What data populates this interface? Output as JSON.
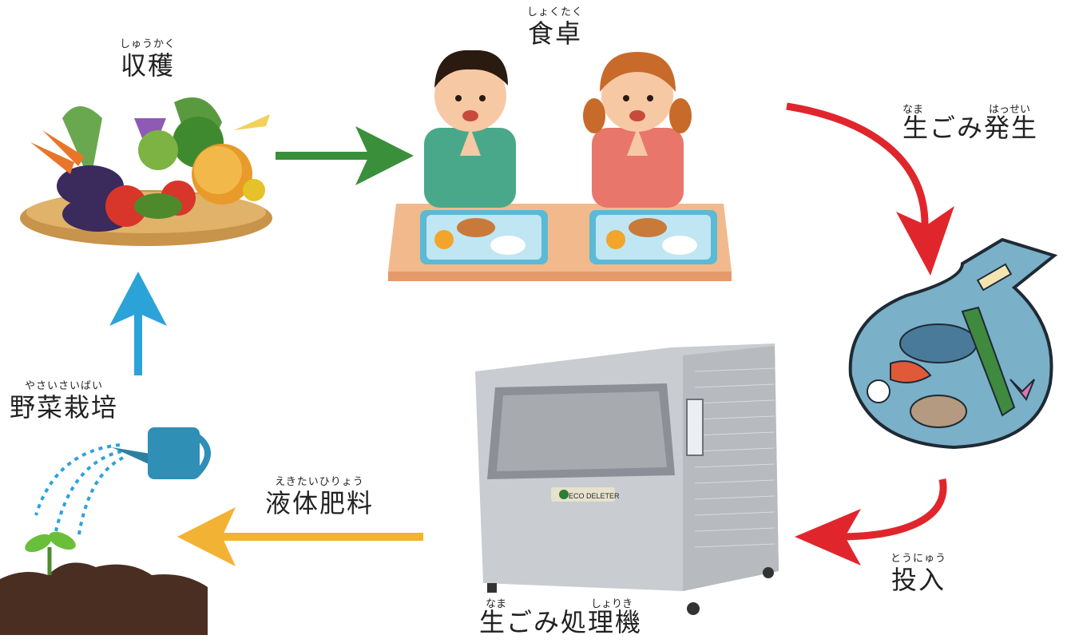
{
  "nodes": {
    "harvest": {
      "reading": "しゅうかく",
      "label": "収穫"
    },
    "table": {
      "reading": "しょくたく",
      "label": "食卓"
    },
    "waste_reading_a": "なま",
    "waste_reading_b": "はっせい",
    "waste": {
      "label": "生ごみ発生"
    },
    "input": {
      "reading": "とうにゅう",
      "label": "投入"
    },
    "machine_reading_a": "なま",
    "machine_reading_b": "しょりき",
    "machine": {
      "label": "生ごみ処理機"
    },
    "fertilizer": {
      "reading": "えきたいひりょう",
      "label": "液体肥料"
    },
    "cultivation": {
      "reading": "やさいさいばい",
      "label": "野菜栽培"
    }
  },
  "machine_brand": "ECO DELETER",
  "arrow_colors": {
    "harvest_to_table": "#3a8f3a",
    "table_to_waste": "#e0262c",
    "waste_to_machine": "#e0262c",
    "machine_to_fertilizer": "#f2b233",
    "cultivation_to_harvest": "#2ba3d9"
  }
}
